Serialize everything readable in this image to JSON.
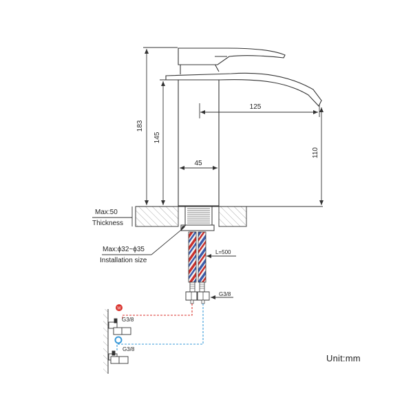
{
  "dimensions": {
    "total_height": "183",
    "body_height": "145",
    "spout_reach": "125",
    "spout_height": "110",
    "body_width": "45",
    "deck_thickness_max": "Max:50",
    "deck_thickness_label": "Thickness",
    "hole_size": "Max:ϕ32~ϕ35",
    "hole_size_label": "Installation size",
    "hose_length": "L=500",
    "hose_thread": "G3/8",
    "hot_valve_thread": "G3/8",
    "cold_valve_thread": "G3/8"
  },
  "hot_marker": "W",
  "unit": "Unit:mm",
  "colors": {
    "line": "#333333",
    "hot": "#d9312b",
    "cold": "#3a9ad9",
    "hose_red": "#c9302c",
    "hose_blue": "#3b5ba9"
  }
}
